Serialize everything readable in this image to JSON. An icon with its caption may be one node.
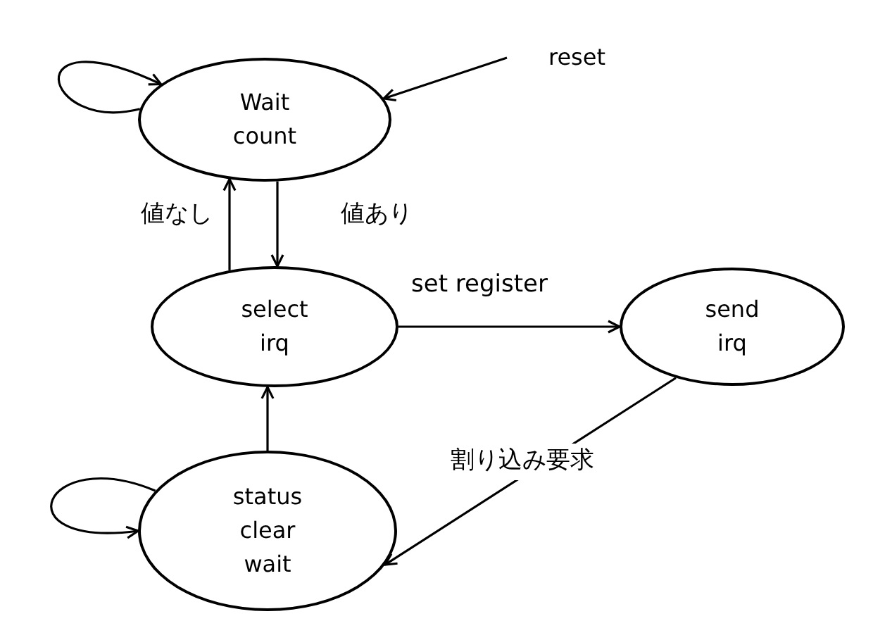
{
  "diagram": {
    "nodes": [
      {
        "text": [
          "Wait count"
        ]
      },
      {
        "text": [
          "select irq"
        ]
      },
      {
        "text": [
          "send irq"
        ]
      },
      {
        "text": [
          "status clear wait"
        ]
      },
      {
        "text": [
          "reset"
        ]
      }
    ],
    "edges": [
      {
        "from": 0,
        "to": 0,
        "arrow": "to"
      },
      {
        "from": 4,
        "to": 0,
        "arrow": "to"
      },
      {
        "from": 1,
        "to": 0,
        "arrow": "to",
        "label": "値なし"
      },
      {
        "from": 0,
        "to": 1,
        "arrow": "to",
        "label": "値あり"
      },
      {
        "from": 1,
        "to": 2,
        "arrow": "to",
        "label": "set register"
      },
      {
        "from": 2,
        "to": 3,
        "arrow": "to",
        "label": "割り込み要求"
      },
      {
        "from": 3,
        "to": 1,
        "arrow": "to"
      },
      {
        "from": 3,
        "to": 3,
        "arrow": "to"
      }
    ]
  }
}
